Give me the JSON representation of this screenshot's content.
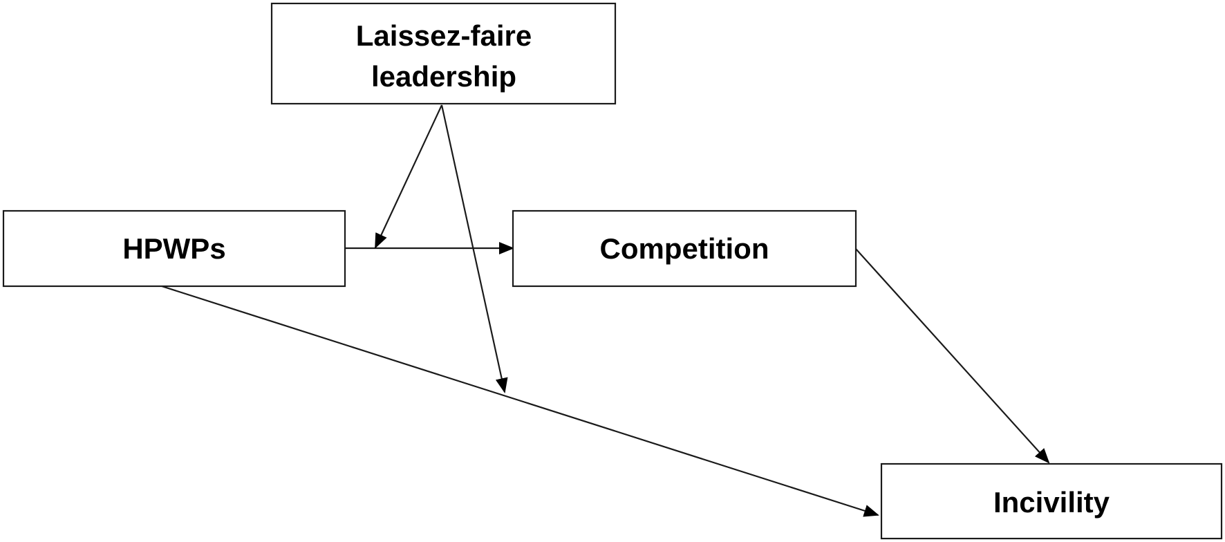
{
  "nodes": {
    "laissez_faire": {
      "line1": "Laissez-faire",
      "line2": "leadership"
    },
    "hpwps": {
      "label": "HPWPs"
    },
    "competition": {
      "label": "Competition"
    },
    "incivility": {
      "label": "Incivility"
    }
  },
  "edges": [
    {
      "from": "HPWPs",
      "to": "Competition"
    },
    {
      "from": "Competition",
      "to": "Incivility"
    },
    {
      "from": "HPWPs",
      "to": "Incivility"
    },
    {
      "from": "Laissez-faire leadership",
      "to": "HPWPs → Competition path"
    },
    {
      "from": "Laissez-faire leadership",
      "to": "HPWPs → Incivility path"
    }
  ],
  "colors": {
    "stroke": "#1a1a1a",
    "fill": "#ffffff",
    "text": "#000000"
  }
}
